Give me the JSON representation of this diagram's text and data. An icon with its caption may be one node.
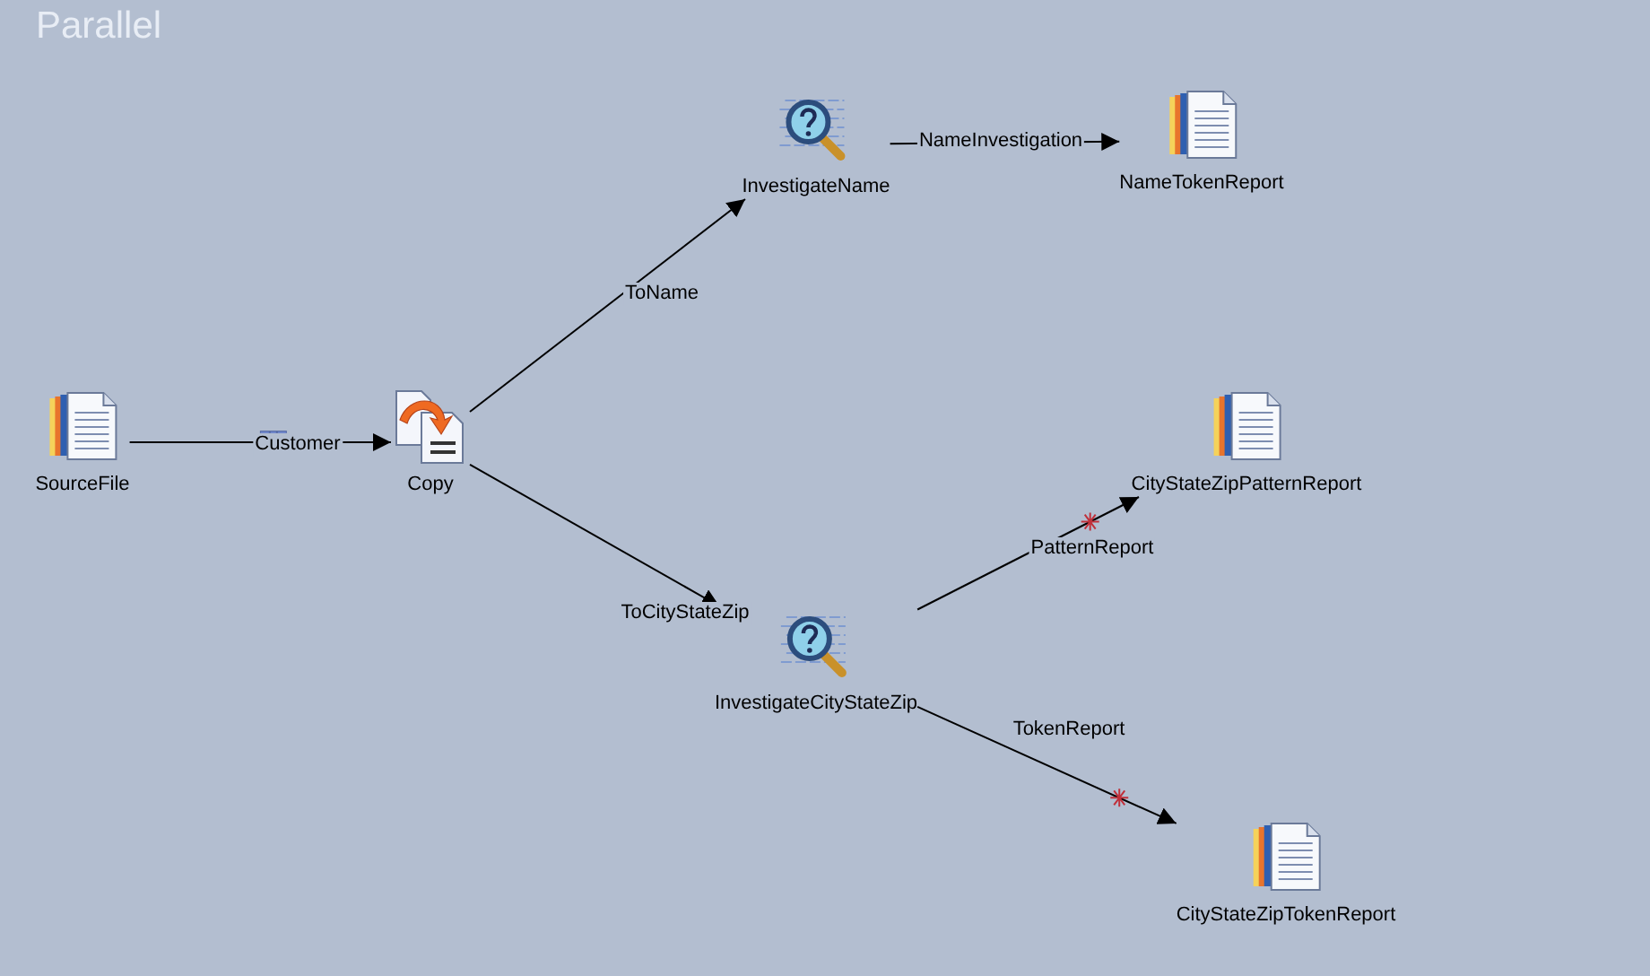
{
  "diagram": {
    "title": "Parallel",
    "nodes": [
      {
        "text": [
          "SourceFile"
        ]
      },
      {
        "text": [
          "Copy"
        ]
      },
      {
        "text": [
          "InvestigateName"
        ]
      },
      {
        "text": [
          "NameTokenReport"
        ]
      },
      {
        "text": [
          "CityStateZipPatternReport"
        ]
      },
      {
        "text": [
          "InvestigateCityStateZip"
        ]
      },
      {
        "text": [
          "CityStateZipTokenReport"
        ]
      }
    ],
    "edges": [
      {
        "from": 0,
        "to": 1,
        "arrow": "to",
        "label": "Customer"
      },
      {
        "from": 1,
        "to": 2,
        "arrow": "to",
        "label": "ToName"
      },
      {
        "from": 1,
        "to": 5,
        "arrow": "to",
        "label": "ToCityStateZip"
      },
      {
        "from": 2,
        "to": 3,
        "arrow": "to",
        "label": "NameInvestigation"
      },
      {
        "from": 5,
        "to": 4,
        "arrow": "to",
        "label": "PatternReport"
      },
      {
        "from": 5,
        "to": 6,
        "arrow": "to",
        "label": "TokenReport"
      }
    ]
  }
}
